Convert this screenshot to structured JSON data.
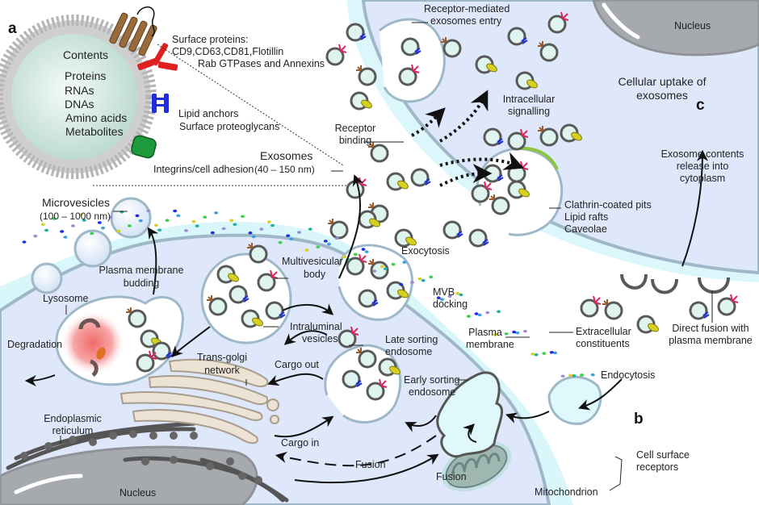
{
  "panels": {
    "a": "a",
    "b": "b",
    "c": "c"
  },
  "exosome_detail": {
    "contents_title": "Contents",
    "contents_items": [
      "Proteins",
      "RNAs",
      "DNAs",
      "Amino acids",
      "Metabolites"
    ],
    "surface_proteins": "Surface proteins:",
    "surface_proteins_list": "CD9,CD63,CD81,Flotillin",
    "rab": "Rab GTPases and Annexins",
    "lipid_anchors": "Lipid anchors",
    "proteoglycans": "Surface proteoglycans",
    "integrins": "Integrins/cell adhesion"
  },
  "labels": {
    "exosomes": "Exosomes",
    "exosomes_size": "(40 – 150 nm)",
    "microvesicles": "Microvesicles",
    "microvesicles_size": "(100 – 1000 nm)",
    "pm_budding_1": "Plasma membrane",
    "pm_budding_2": "budding",
    "lysosome": "Lysosome",
    "degradation": "Degradation",
    "mvb_1": "Multivesicular",
    "mvb_2": "body",
    "ilv_1": "Intraluminal",
    "ilv_2": "vesicles",
    "exocytosis": "Exocytosis",
    "mvb_docking_1": "MVB",
    "mvb_docking_2": "docking",
    "late_1": "Late sorting",
    "late_2": "endosome",
    "tgn_1": "Trans-golgi",
    "tgn_2": "network",
    "cargo_out": "Cargo out",
    "cargo_in": "Cargo in",
    "er_1": "Endoplasmic",
    "er_2": "reticulum",
    "nucleus_bottom": "Nucleus",
    "fusion_1": "Fusion",
    "fusion_2": "Fusion",
    "early_1": "Early sorting",
    "early_2": "endosome",
    "pm_1": "Plasma",
    "pm_2": "membrane",
    "extra_1": "Extracellular",
    "extra_2": "constituents",
    "endocytosis": "Endocytosis",
    "mitochondrion": "Mitochondrion",
    "csr_1": "Cell surface",
    "csr_2": "receptors",
    "receptor_binding_1": "Receptor",
    "receptor_binding_2": "binding",
    "rme_1": "Receptor-mediated",
    "rme_2": "exosomes entry",
    "intracellular_1": "Intracellular",
    "intracellular_2": "signalling",
    "nucleus_top": "Nucleus",
    "uptake_1": "Cellular uptake of",
    "uptake_2": "exosomes",
    "release_1": "Exosome contents",
    "release_2": "release into",
    "release_3": "cytoplasm",
    "clathrin": "Clathrin-coated pits",
    "lipid_rafts": "Lipid rafts",
    "caveolae": "Caveolae",
    "direct_1": "Direct fusion with",
    "direct_2": "plasma membrane"
  },
  "colors": {
    "cytoplasm": "#dfe8fb",
    "extracellular_glow": "#d6f6fb",
    "membrane": "#9fb8c8",
    "vesicle_ring": "#595959",
    "vesicle_fill": "#dff3ef",
    "receptor_pink": "#e0245e",
    "receptor_brown": "#9a5b2a",
    "receptor_blue": "#1f2ee0",
    "yellow_ligand": "#d8d020",
    "nucleus": "#a6a9ae",
    "golgi": "#ece3d4",
    "mitochondrion": "#9fb7b1",
    "lysosome_red": "#f07070"
  }
}
